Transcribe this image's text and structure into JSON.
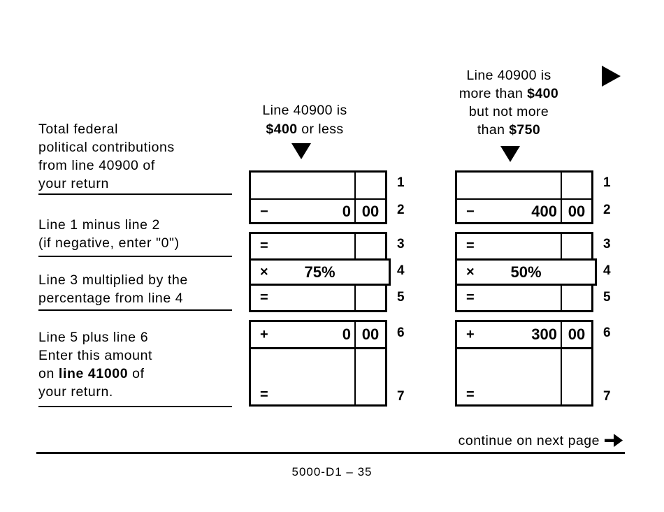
{
  "colors": {
    "ink": "#000000",
    "paper": "#ffffff"
  },
  "icons": {
    "column1_pointer": "down-triangle",
    "column2_pointer": "down-triangle",
    "next_column_indicator": "right-triangle",
    "continue_arrow": "heavy-right-arrow"
  },
  "left_labels": [
    {
      "lines": [
        {
          "pre": "Total federal",
          "bold": "",
          "post": ""
        },
        {
          "pre": "political contributions",
          "bold": "",
          "post": ""
        },
        {
          "pre": "from line 40900 of",
          "bold": "",
          "post": ""
        },
        {
          "pre": "your return",
          "bold": "",
          "post": ""
        }
      ]
    },
    {
      "lines": [
        {
          "pre": "Line 1 minus line 2",
          "bold": "",
          "post": ""
        },
        {
          "pre": "(if negative, enter \"0\")",
          "bold": "",
          "post": ""
        }
      ]
    },
    {
      "lines": [
        {
          "pre": "Line 3 multiplied by the",
          "bold": "",
          "post": ""
        },
        {
          "pre": "percentage from line 4",
          "bold": "",
          "post": ""
        }
      ]
    },
    {
      "lines": [
        {
          "pre": "Line 5 plus line 6",
          "bold": "",
          "post": ""
        },
        {
          "pre": "Enter this amount",
          "bold": "",
          "post": ""
        },
        {
          "pre": "on ",
          "bold": "line 41000",
          "post": " of"
        },
        {
          "pre": "your return.",
          "bold": "",
          "post": ""
        }
      ]
    }
  ],
  "columns": [
    {
      "header": {
        "lines": [
          {
            "pre": "Line 40900 is",
            "bold": "",
            "post": ""
          },
          {
            "pre": "",
            "bold": "$400",
            "post": " or less"
          }
        ]
      },
      "rows": {
        "r1": {
          "num": "1",
          "op": "",
          "amount": "",
          "cents": ""
        },
        "r2": {
          "num": "2",
          "op": "−",
          "amount": "0",
          "cents": "00"
        },
        "r3": {
          "num": "3",
          "op": "=",
          "amount": "",
          "cents": ""
        },
        "r4": {
          "num": "4",
          "op": "×",
          "percent": "75%"
        },
        "r5": {
          "num": "5",
          "op": "=",
          "amount": "",
          "cents": ""
        },
        "r6": {
          "num": "6",
          "op": "+",
          "amount": "0",
          "cents": "00"
        },
        "r7": {
          "num": "7",
          "op": "=",
          "amount": "",
          "cents": ""
        }
      }
    },
    {
      "header": {
        "lines": [
          {
            "pre": "Line 40900 is",
            "bold": "",
            "post": ""
          },
          {
            "pre": "more than ",
            "bold": "$400",
            "post": ""
          },
          {
            "pre": "but not more",
            "bold": "",
            "post": ""
          },
          {
            "pre": "than ",
            "bold": "$750",
            "post": ""
          }
        ]
      },
      "rows": {
        "r1": {
          "num": "1",
          "op": "",
          "amount": "",
          "cents": ""
        },
        "r2": {
          "num": "2",
          "op": "−",
          "amount": "400",
          "cents": "00"
        },
        "r3": {
          "num": "3",
          "op": "=",
          "amount": "",
          "cents": ""
        },
        "r4": {
          "num": "4",
          "op": "×",
          "percent": "50%"
        },
        "r5": {
          "num": "5",
          "op": "=",
          "amount": "",
          "cents": ""
        },
        "r6": {
          "num": "6",
          "op": "+",
          "amount": "300",
          "cents": "00"
        },
        "r7": {
          "num": "7",
          "op": "=",
          "amount": "",
          "cents": ""
        }
      }
    }
  ],
  "footer": {
    "continue_text": "continue on next page",
    "page_label": "5000-D1 – 35"
  }
}
